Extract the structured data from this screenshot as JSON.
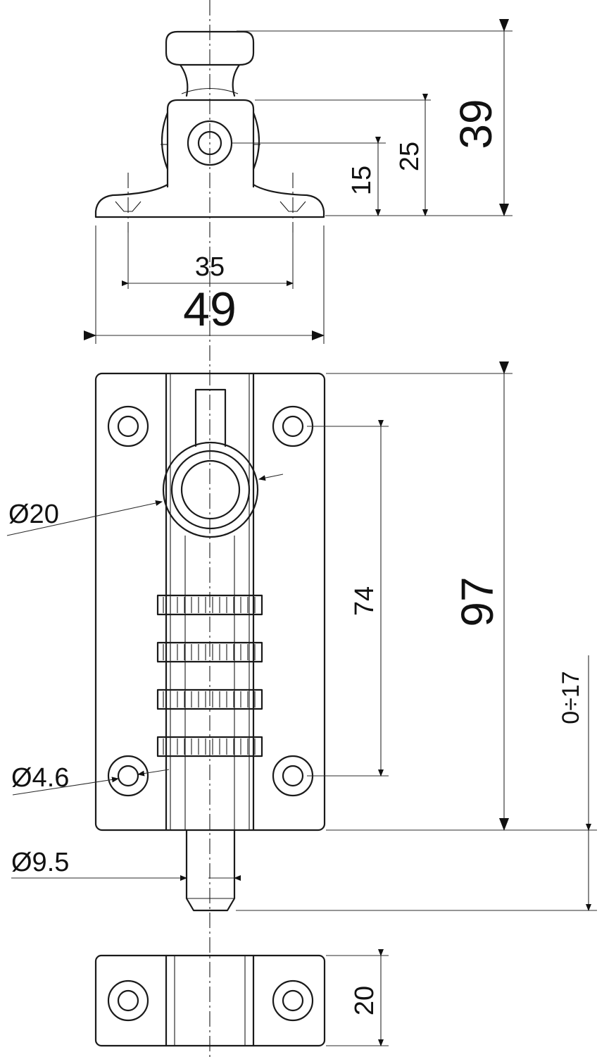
{
  "dimensions": {
    "top_height_total": "39",
    "top_height_body": "25",
    "top_height_hole": "15",
    "hole_spacing_top": "35",
    "base_width": "49",
    "knob_diameter": "Ø20",
    "length_total": "97",
    "hole_spacing_long": "74",
    "bolt_travel": "0÷17",
    "hole_diameter": "Ø4.6",
    "bolt_diameter": "Ø9.5",
    "keeper_width": "20"
  }
}
